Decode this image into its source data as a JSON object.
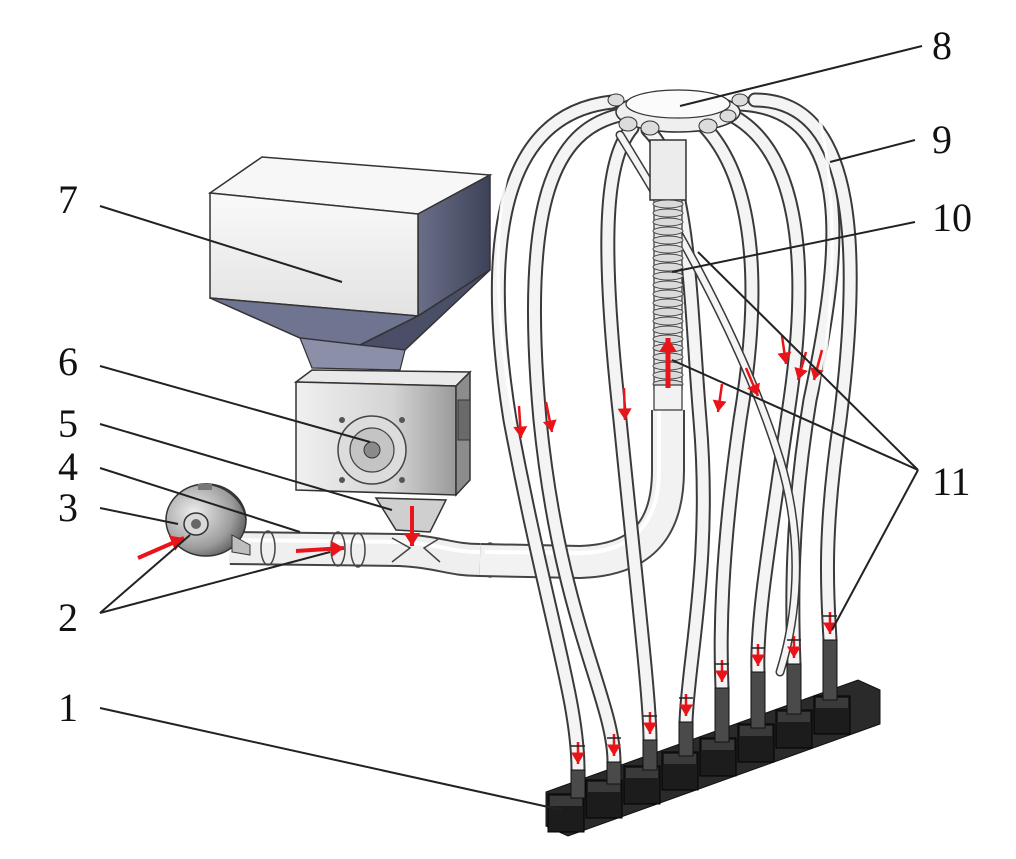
{
  "labels": {
    "l1": "1",
    "l2": "2",
    "l3": "3",
    "l4": "4",
    "l5": "5",
    "l6": "6",
    "l7": "7",
    "l8": "8",
    "l9": "9",
    "l10": "10",
    "l11": "11"
  },
  "colors": {
    "flow_arrow": "#e8141a",
    "metal_light": "#d8d8d8",
    "hopper_dark": "#5a5e78",
    "outlet_block": "#1c1c1c",
    "tube_outline": "#3a3a3a"
  }
}
